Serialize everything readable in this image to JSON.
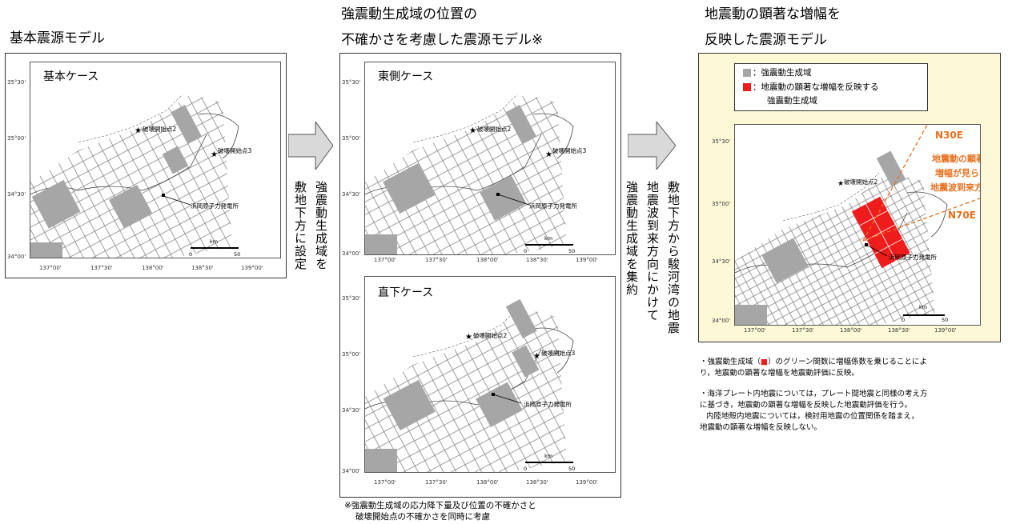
{
  "left": {
    "title": "基本震源モデル",
    "case_label": "基本ケース"
  },
  "middle": {
    "title_line1": "強震動生成域の位置の",
    "title_line2": "不確かさを考慮した震源モデル※",
    "east_case_label": "東側ケース",
    "below_case_label": "直下ケース",
    "footnote_line1": "※強震動生成域の応力降下量及び位置の不確かさと",
    "footnote_line2": "破壊開始点の不確かさを同時に考慮"
  },
  "right": {
    "title_line1": "地震動の顕著な増幅を",
    "title_line2": "反映した震源モデル",
    "legend_gray": "：強震動生成域",
    "legend_red_line1": "：地震動の顕著な増幅を反映する",
    "legend_red_line2": "強震動生成域",
    "n30e": "N30E",
    "n70e": "N70E",
    "annot_line1": "地震動の顕著な",
    "annot_line2": "増幅が見られる",
    "annot_line3": "地震波到来方向",
    "note1_line1": "・強震動生成域（",
    "note1_sq": "■",
    "note1_line1b": "）のグリーン関数に増幅係数を乗じることによ",
    "note1_line2": "り，地震動の顕著な増幅を地震動評価に反映。",
    "note2_line1": "・海洋プレート内地震については，プレート間地震と同様の考え方",
    "note2_line2": "に基づき，地震動の顕著な増幅を反映した地震動評価を行う。",
    "note3_line1": "内陸地殻内地震については，検討用地震の位置関係を踏まえ，",
    "note3_line2": "地震動の顕著な増幅を反映しない。"
  },
  "arrow1_text_col1": "強震動生成域を",
  "arrow1_text_col2": "敷地下方に設定",
  "arrow2_text_col1": "敷地下方から駿河湾の地震",
  "arrow2_text_col2": "地震波到来方向にかけて",
  "arrow2_text_col3": "強震動生成域を集約",
  "map": {
    "lat_labels": [
      "35°30'",
      "35°00'",
      "34°30'",
      "34°00'"
    ],
    "lon_labels": [
      "137°00'",
      "137°30'",
      "138°00'",
      "138°30'",
      "139°00'"
    ],
    "rupture_point_2": "破壊開始点2",
    "rupture_point_3": "破壊開始点3",
    "plant": "浜岡原子力発電所",
    "scale_unit": "km",
    "scale_0": "0",
    "scale_50": "50"
  },
  "colors": {
    "gray_sgma": "#a6a6a6",
    "red_sgma": "#ee1c1c",
    "arrow_fill": "#d9d9d9",
    "panel_bg_right": "#fdf9d6",
    "orange": "#e8701e"
  }
}
